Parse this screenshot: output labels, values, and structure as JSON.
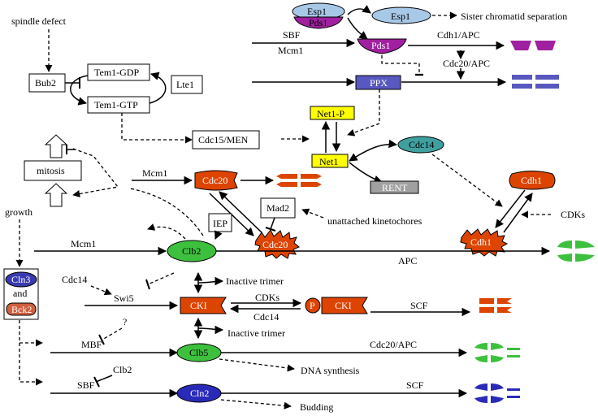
{
  "labels": {
    "spindle_defect": "spindle defect",
    "bub2": "Bub2",
    "tem1_gdp": "Tem1-GDP",
    "tem1_gtp": "Tem1-GTP",
    "lte1": "Lte1",
    "cdc15_men": "Cdc15/MEN",
    "esp1_complex": "Esp1",
    "pds1_complex": "Pds1",
    "esp1": "Esp1",
    "sister_chromatid": "Sister chromatid separation",
    "sbf_top": "SBF",
    "mcm1_top": "Mcm1",
    "pds1": "Pds1",
    "cdh1_apc_top": "Cdh1/APC",
    "cdc20_apc_top": "Cdc20/APC",
    "ppx": "PPX",
    "net1p": "Net1-P",
    "net1": "Net1",
    "cdc14_node": "Cdc14",
    "rent": "RENT",
    "mitosis": "mitosis",
    "mcm1_mid": "Mcm1",
    "cdc20_node": "Cdc20",
    "mad2": "Mad2",
    "cdc20_burst": "Cdc20",
    "unattached": "unattached kinetochores",
    "iep": "IEP",
    "cdh1_node": "Cdh1",
    "cdh1_burst": "Cdh1",
    "cdks_right": "CDKs",
    "growth": "growth",
    "mcm1_low": "Mcm1",
    "clb2": "Clb2",
    "apc": "APC",
    "cln3": "Cln3",
    "and": "and",
    "bck2": "Bck2",
    "cdc14_left": "Cdc14",
    "swi5": "Swi5",
    "inactive_trimer_1": "Inactive trimer",
    "cdks_mid": "CDKs",
    "cdc14_mid": "Cdc14",
    "cki": "CKI",
    "p": "P",
    "cki_p": "CKI",
    "scf_1": "SCF",
    "inactive_trimer_2": "Inactive trimer",
    "question": "?",
    "mbf": "MBF",
    "clb5": "Clb5",
    "cdc20_apc_low": "Cdc20/APC",
    "dna_synthesis": "DNA synthesis",
    "clb2_low": "Clb2",
    "sbf_low": "SBF",
    "cln2": "Cln2",
    "scf_2": "SCF",
    "budding": "Budding"
  },
  "colors": {
    "purple": "#a020a0",
    "light_blue": "#a8c8e8",
    "ppx_blue": "#5858c0",
    "yellow": "#ffff00",
    "teal": "#40a0a0",
    "gray": "#a0a0a0",
    "orange_red": "#dd4400",
    "green": "#3dc03d",
    "navy": "#2a2ab8",
    "cln3_blue": "#3a3ab0",
    "bck2_orange": "#d06040"
  }
}
